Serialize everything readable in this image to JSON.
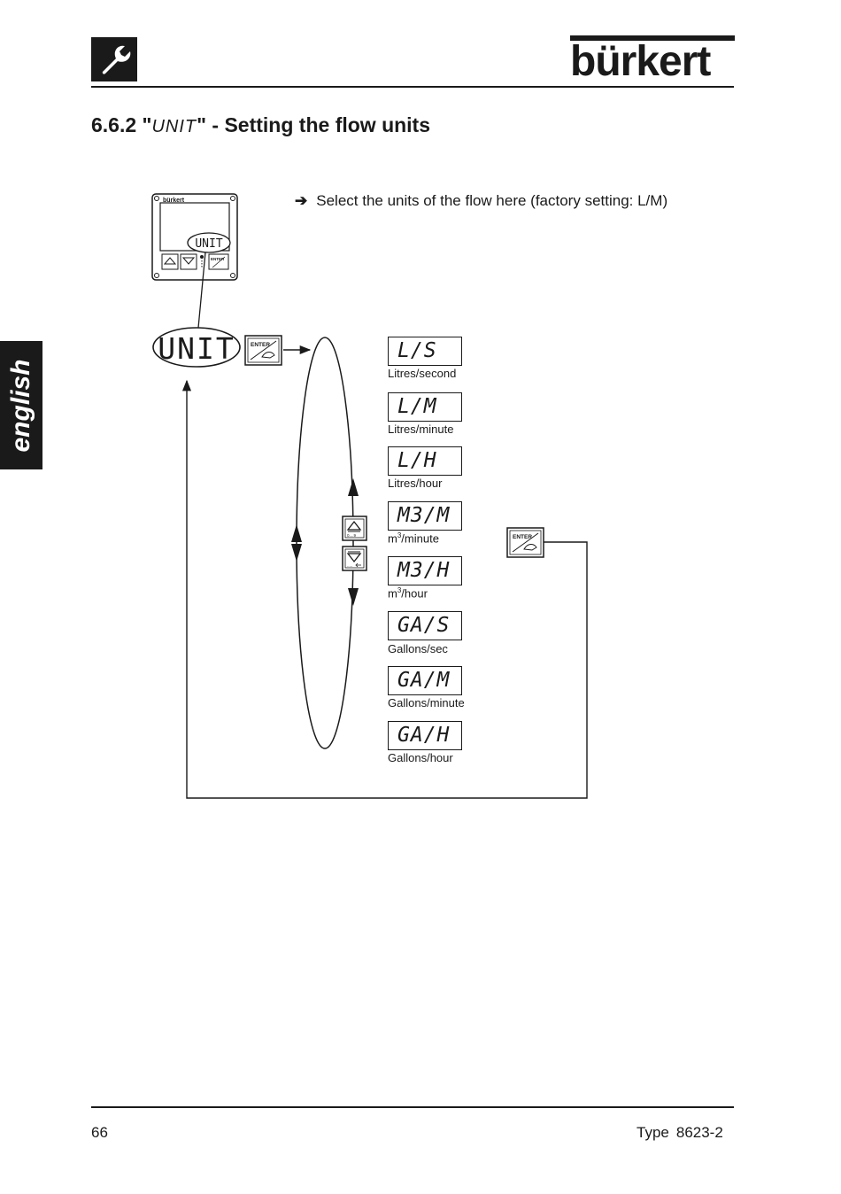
{
  "header": {
    "logo_text": "bürkert",
    "icon": "wrench-icon"
  },
  "side_tab": {
    "label": "english"
  },
  "section": {
    "number": "6.6.2",
    "quote_open": "\"",
    "segment_text": "UNIT",
    "quote_close": "\"",
    "title_rest": " - Setting the flow units"
  },
  "instruction": {
    "arrow": "➔",
    "text": "Select the units of the flow here (factory setting: L/M)"
  },
  "device": {
    "brand": "bürkert",
    "display_text": "UNIT",
    "enter_label": "ENTER",
    "up_key_label": "0....9",
    "down_key_label": "....."
  },
  "menu_display": "UNIT",
  "enter_label": "ENTER",
  "units": [
    {
      "code": "L/S",
      "label": "Litres/second"
    },
    {
      "code": "L/M",
      "label": "Litres/minute"
    },
    {
      "code": "L/H",
      "label": "Litres/hour"
    },
    {
      "code": "M3/M",
      "label_pre": "m",
      "label_sup": "3",
      "label_post": "/minute"
    },
    {
      "code": "M3/H",
      "label_pre": "m",
      "label_sup": "3",
      "label_post": "/hour"
    },
    {
      "code": "GA/S",
      "label": "Gallons/sec"
    },
    {
      "code": "GA/M",
      "label": "Gallons/minute"
    },
    {
      "code": "GA/H",
      "label": "Gallons/hour"
    }
  ],
  "footer": {
    "page": "66",
    "type_label": "Type",
    "type_value": "8623-2"
  }
}
